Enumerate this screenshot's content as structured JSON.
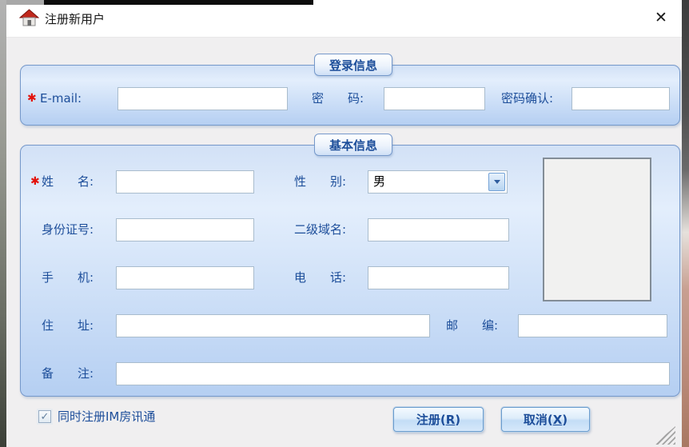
{
  "titlebar": {
    "title": "注册新用户",
    "close_glyph": "✕"
  },
  "required_marker": "✱",
  "login_section": {
    "legend": "登录信息",
    "email_label": "E-mail:",
    "email_value": "",
    "password_label": "密　　码:",
    "password_value": "",
    "password_confirm_label": "密码确认:",
    "password_confirm_value": ""
  },
  "basic_section": {
    "legend": "基本信息",
    "name_label": "姓　　名:",
    "name_value": "",
    "gender_label": "性　　别:",
    "gender_value": "男",
    "id_label": "身份证号:",
    "id_value": "",
    "domain_label": "二级域名:",
    "domain_value": "",
    "mobile_label": "手　　机:",
    "mobile_value": "",
    "phone_label": "电　　话:",
    "phone_value": "",
    "address_label": "住　　址:",
    "address_value": "",
    "postcode_label": "邮　　编:",
    "postcode_value": "",
    "remark_label": "备　　注:",
    "remark_value": ""
  },
  "footer": {
    "im_checkbox_label": "同时注册IM房讯通",
    "im_checkbox_checked": true,
    "check_glyph": "✓",
    "register_prefix": "注册(",
    "register_key": "R",
    "register_suffix": ")",
    "cancel_prefix": "取消(",
    "cancel_key": "X",
    "cancel_suffix": ")"
  },
  "colors": {
    "label_blue": "#1d4e9a",
    "required_red": "#e3120b",
    "group_border_blue": "#7598ca",
    "group_fill_top": "#d2e1f6",
    "group_fill_bottom": "#b5cff2",
    "titlebar_bg": "#ffffff",
    "body_bg": "#f0eff0"
  }
}
